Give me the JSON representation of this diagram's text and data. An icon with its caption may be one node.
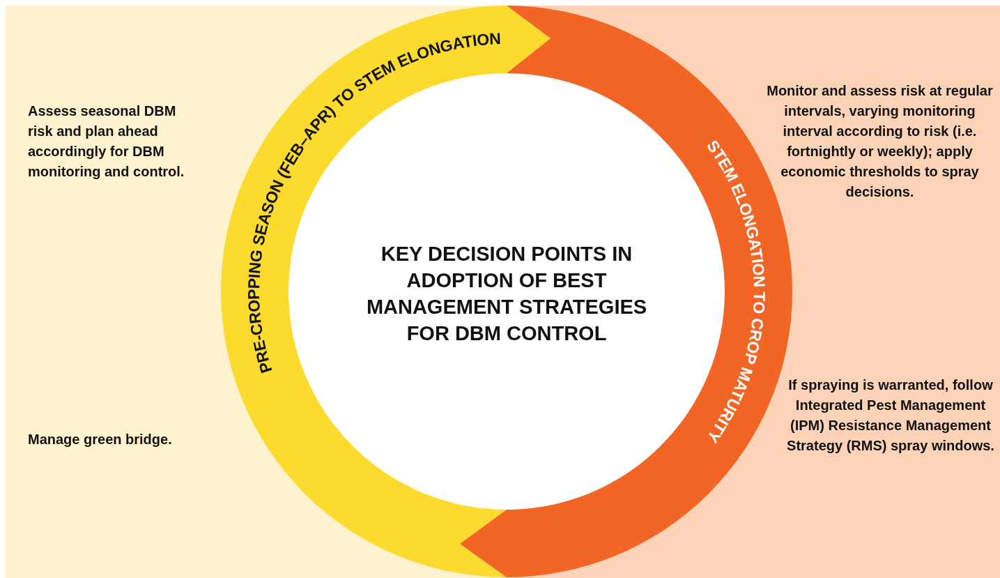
{
  "diagram": {
    "nodes": [
      {
        "text": [
          "KEY DECISION POINTS IN ADOPTION OF BEST MANAGEMENT STRATEGIES FOR DBM CONTROL"
        ]
      },
      {
        "text": [
          "PRE-CROPPING SEASON (FEB–APR) TO STEM ELONGATION"
        ]
      },
      {
        "text": [
          "STEM ELONGATION TO CROP MATURITY"
        ]
      }
    ],
    "labels": [
      "Assess seasonal DBM risk and plan ahead accordingly for DBM monitoring and control.",
      "Monitor and assess risk at regular intervals, varying monitoring interval according to risk (i.e. fortnightly or weekly); apply economic thresholds to spray decisions.",
      "Manage green bridge.",
      "If spraying is warranted, follow Integrated Pest Management (IPM) Resistance Management Strategy (RMS) spray windows."
    ]
  }
}
